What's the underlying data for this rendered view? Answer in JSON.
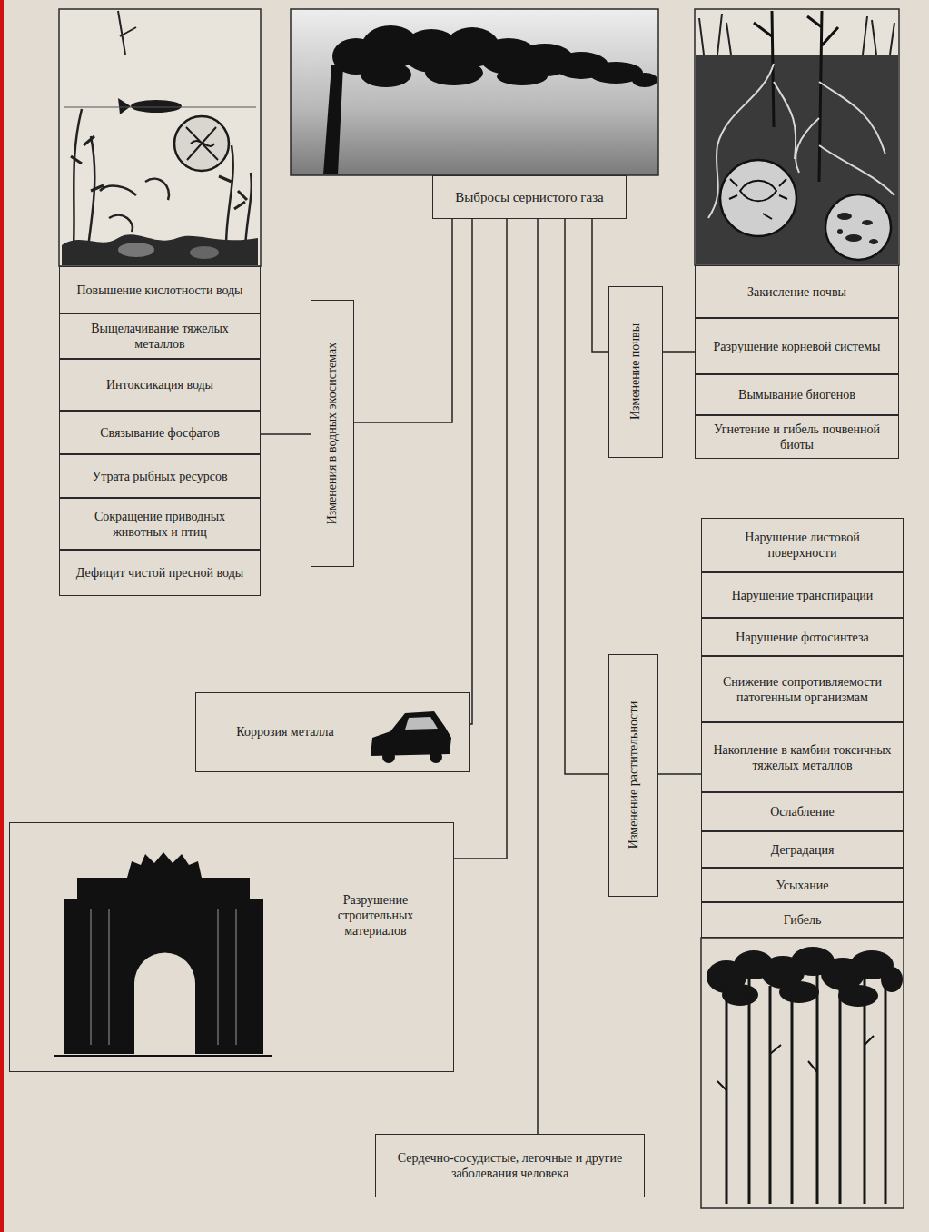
{
  "diagram": {
    "nodes": [
      {
        "text": [
          "Выбросы сернистого газа"
        ]
      },
      {
        "text": [
          "Повышение кислотности воды"
        ]
      },
      {
        "text": [
          "Выщелачивание тяжелых металлов"
        ]
      },
      {
        "text": [
          "Интоксикация воды"
        ]
      },
      {
        "text": [
          "Связывание фосфатов"
        ]
      },
      {
        "text": [
          "Утрата рыбных ресурсов"
        ]
      },
      {
        "text": [
          "Сокращение приводных животных и птиц"
        ]
      },
      {
        "text": [
          "Дефицит чистой пресной воды"
        ]
      },
      {
        "text": [
          "Изменения в водных экосистемах"
        ]
      },
      {
        "text": [
          "Изменение почвы"
        ]
      },
      {
        "text": [
          "Закисление почвы"
        ]
      },
      {
        "text": [
          "Разрушение корневой системы"
        ]
      },
      {
        "text": [
          "Вымывание биогенов"
        ]
      },
      {
        "text": [
          "Угнетение и гибель почвенной биоты"
        ]
      },
      {
        "text": [
          "Нарушение листовой поверхности"
        ]
      },
      {
        "text": [
          "Нарушение транспирации"
        ]
      },
      {
        "text": [
          "Нарушение фотосинтеза"
        ]
      },
      {
        "text": [
          "Снижение сопротивляемости патогенным организмам"
        ]
      },
      {
        "text": [
          "Накопление в камбии токсичных тяжелых металлов"
        ]
      },
      {
        "text": [
          "Ослабление"
        ]
      },
      {
        "text": [
          "Деградация"
        ]
      },
      {
        "text": [
          "Усыхание"
        ]
      },
      {
        "text": [
          "Гибель"
        ]
      },
      {
        "text": [
          "Коррозия металла"
        ]
      },
      {
        "text": [
          "Изменение растительности"
        ]
      },
      {
        "text": [
          "Разрушение строительных материалов"
        ]
      },
      {
        "text": [
          "Сердечно-сосудистые, легочные и другие заболевания человека"
        ]
      }
    ],
    "edges": [
      {
        "from": 0,
        "to": 8,
        "arrow": "none"
      },
      {
        "from": 0,
        "to": 9,
        "arrow": "none"
      },
      {
        "from": 0,
        "to": 23,
        "arrow": "none"
      },
      {
        "from": 0,
        "to": 24,
        "arrow": "none"
      },
      {
        "from": 0,
        "to": 25,
        "arrow": "none"
      },
      {
        "from": 0,
        "to": 26,
        "arrow": "none"
      },
      {
        "from": 8,
        "to": 4,
        "arrow": "none"
      },
      {
        "from": 9,
        "to": 11,
        "arrow": "none"
      },
      {
        "from": 24,
        "to": 18,
        "arrow": "none"
      }
    ]
  }
}
